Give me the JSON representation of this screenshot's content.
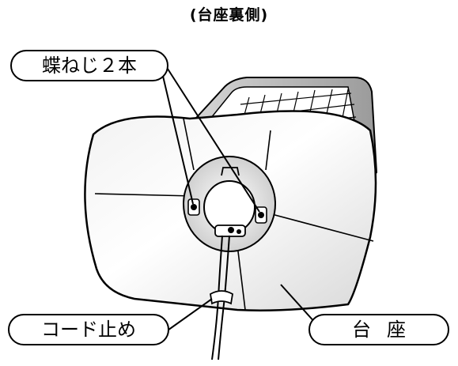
{
  "title": "(台座裏側)",
  "callouts": {
    "wing_screws": "蝶ねじ２本",
    "cord_clamp": "コード止め",
    "base": "台座"
  }
}
